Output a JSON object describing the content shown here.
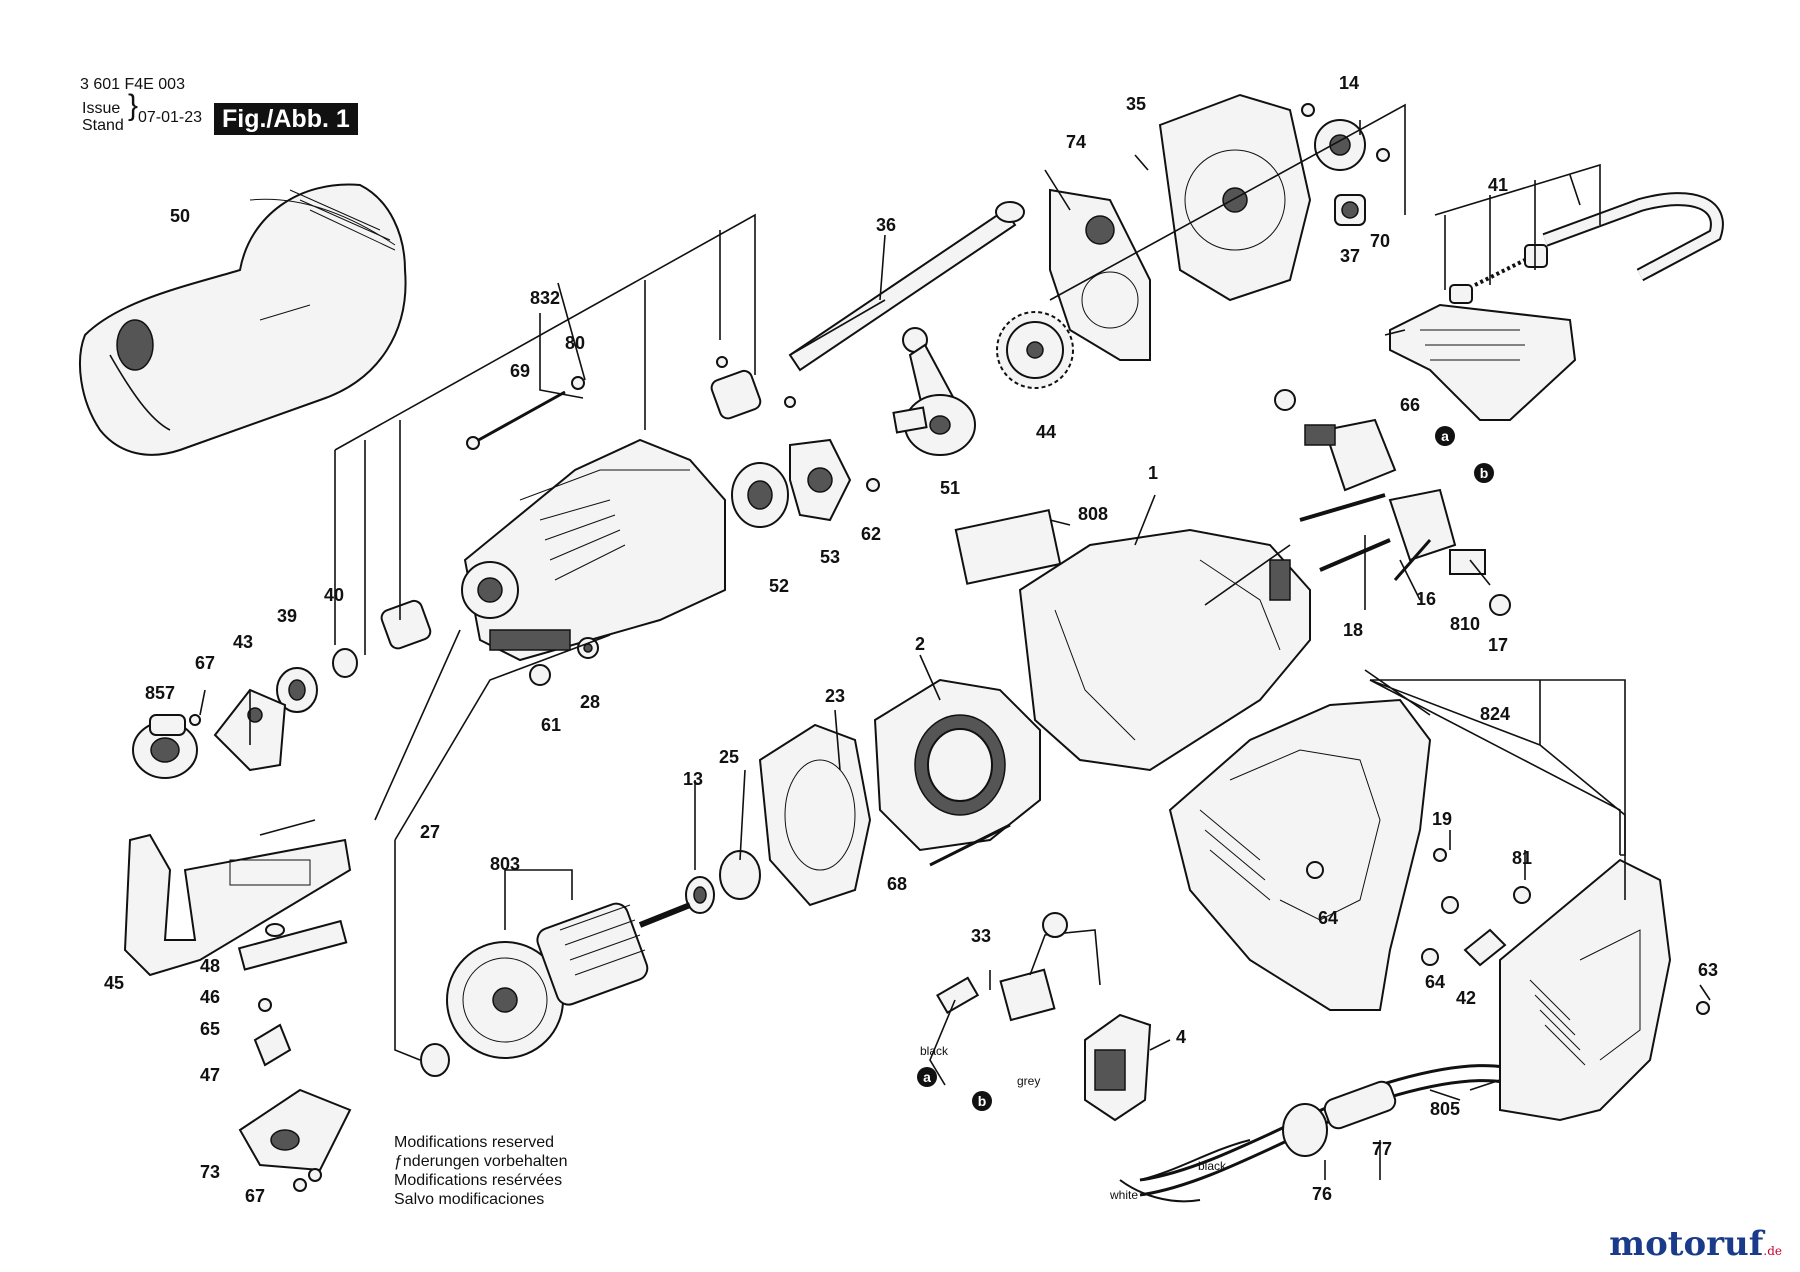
{
  "header": {
    "drawing_number": "3 601 F4E 003",
    "issue_label": "Issue",
    "stand_label": "Stand",
    "date": "07-01-23",
    "figure_label": "Fig./Abb. 1"
  },
  "part_labels": {
    "p1": "1",
    "p2": "2",
    "p4": "4",
    "p13": "13",
    "p14": "14",
    "p16": "16",
    "p17": "17",
    "p18": "18",
    "p19": "19",
    "p23": "23",
    "p25": "25",
    "p27": "27",
    "p28": "28",
    "p33": "33",
    "p35": "35",
    "p36": "36",
    "p37": "37",
    "p39": "39",
    "p40": "40",
    "p41": "41",
    "p42": "42",
    "p43": "43",
    "p44": "44",
    "p45": "45",
    "p46": "46",
    "p47": "47",
    "p48": "48",
    "p50": "50",
    "p51": "51",
    "p52": "52",
    "p53": "53",
    "p61": "61",
    "p62": "62",
    "p63": "63",
    "p64a": "64",
    "p64b": "64",
    "p65": "65",
    "p66": "66",
    "p67a": "67",
    "p67b": "67",
    "p68": "68",
    "p69": "69",
    "p70": "70",
    "p73": "73",
    "p74": "74",
    "p76": "76",
    "p77": "77",
    "p80": "80",
    "p81": "81",
    "p803": "803",
    "p805": "805",
    "p808": "808",
    "p810": "810",
    "p824": "824",
    "p832": "832",
    "p857": "857"
  },
  "markers": {
    "a": "a",
    "b": "b"
  },
  "wire_labels": {
    "black": "black",
    "grey": "grey",
    "white": "white"
  },
  "notes": {
    "line1": "Modifications reserved",
    "line2": "ƒnderungen vorbehalten",
    "line3": "Modifications resérvées",
    "line4": "Salvo modificaciones"
  },
  "watermark": {
    "text": "motoruf",
    "suffix": ".de"
  }
}
